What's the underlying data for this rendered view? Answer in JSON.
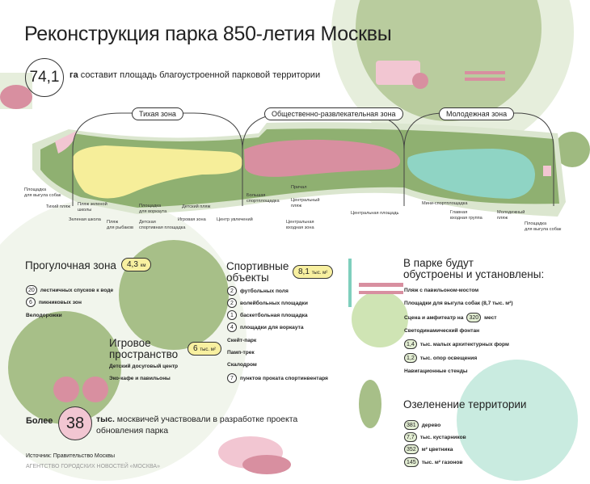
{
  "title": "Реконструкция парка 850-летия Москвы",
  "area": {
    "value": "74,1",
    "unit": "га",
    "text": "составит площадь благоустроенной парковой территории"
  },
  "zones": [
    "Тихая зона",
    "Общественно-развлекательная зона",
    "Молодежная зона"
  ],
  "map_labels": [
    "Площадка\nдля выгула собак",
    "Тихий пляж",
    "Пляж зеленой\nшколы",
    "Зеленая школа",
    "Пляж\nдля рыбаков",
    "Площадка\nдля воркаута",
    "Детская\nспортивная площадка",
    "Детский пляж",
    "Игровая зона",
    "Центр увлечений",
    "Большая\nспортплощадка",
    "Причал",
    "Центральный\nпляж",
    "Центральная\nвходная зона",
    "Центральная площадь",
    "Мини-спортплощадка",
    "Главная\nвходная группа",
    "Молодежный\nпляж",
    "Площадка\nдля выгула собак"
  ],
  "walk": {
    "title": "Прогулочная зона",
    "badge": "4,3",
    "badge_unit": "км",
    "items": [
      {
        "n": "20",
        "t": "лестничных спусков к воде"
      },
      {
        "n": "6",
        "t": "пикниковых зон"
      },
      {
        "t": "Велодорожки"
      }
    ]
  },
  "play": {
    "title": "Игровое\nпространство",
    "badge": "6",
    "badge_unit": "тыс. м²",
    "items": [
      "Детский досуговый центр",
      "Эко-кафе и павильоны"
    ]
  },
  "sport": {
    "title": "Спортивные\nобъекты",
    "badge": "8,1",
    "badge_unit": "тыс. м²",
    "items": [
      {
        "n": "2",
        "t": "футбольных поля"
      },
      {
        "n": "2",
        "t": "волейбольных площадки"
      },
      {
        "n": "1",
        "t": "баскетбольная площадка"
      },
      {
        "n": "4",
        "t": "площадки для воркаута"
      },
      {
        "t": "Скейт-парк"
      },
      {
        "t": "Памп-трек"
      },
      {
        "t": "Скалодром"
      },
      {
        "n": "7",
        "t": "пунктов проката спортинвентаря"
      }
    ]
  },
  "built": {
    "title": "В парке будут\nобустроены и установлены:",
    "items": [
      {
        "t": "Пляж с павильоном-мостом"
      },
      {
        "t": "Площадки для выгула собак (8,7 тыс. м²)"
      },
      {
        "t": "Сцена и амфитеатр на",
        "n": "320",
        "t2": "мест"
      },
      {
        "t": "Светодинамический фонтан"
      },
      {
        "n": "1,4",
        "t": "тыс. малых архитектурных форм"
      },
      {
        "n": "1,2",
        "t": "тыс. опор освещения"
      },
      {
        "t": "Навигационные стенды"
      }
    ]
  },
  "green": {
    "title": "Озеленение территории",
    "items": [
      {
        "n": "381",
        "t": "дерево"
      },
      {
        "n": "7,7",
        "t": "тыс. кустарников"
      },
      {
        "n": "352",
        "t": "м² цветника"
      },
      {
        "n": "145",
        "t": "тыс. м² газонов"
      }
    ]
  },
  "citizens": {
    "pre": "Более",
    "n": "38",
    "bold": "тыс.",
    "text": "москвичей участвовали в разработке проекта обновления парка"
  },
  "source": "Источник: Правительство Москвы",
  "agency": "АГЕНТСТВО ГОРОДСКИХ НОВОСТЕЙ «МОСКВА»"
}
